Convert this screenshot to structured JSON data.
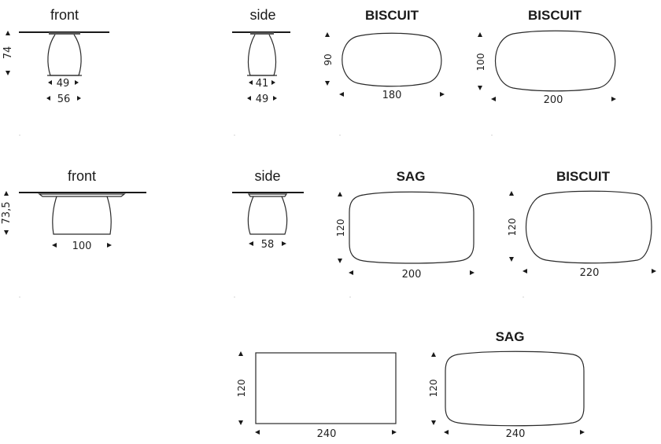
{
  "views": {
    "front1": {
      "title": "front",
      "height": "74",
      "base_width": "49",
      "top_width": "56"
    },
    "side1": {
      "title": "side",
      "base_width": "41",
      "top_width": "49"
    },
    "front2": {
      "title": "front",
      "height": "73,5",
      "base_width": "100"
    },
    "side2": {
      "title": "side",
      "base_width": "58"
    }
  },
  "tops": [
    {
      "shape": "BISCUIT",
      "length": "180",
      "width": "90"
    },
    {
      "shape": "BISCUIT",
      "length": "200",
      "width": "100"
    },
    {
      "shape": "SAG",
      "length": "200",
      "width": "120"
    },
    {
      "shape": "BISCUIT",
      "length": "220",
      "width": "120"
    },
    {
      "shape": "",
      "length": "240",
      "width": "120"
    },
    {
      "shape": "SAG",
      "length": "240",
      "width": "120"
    }
  ]
}
